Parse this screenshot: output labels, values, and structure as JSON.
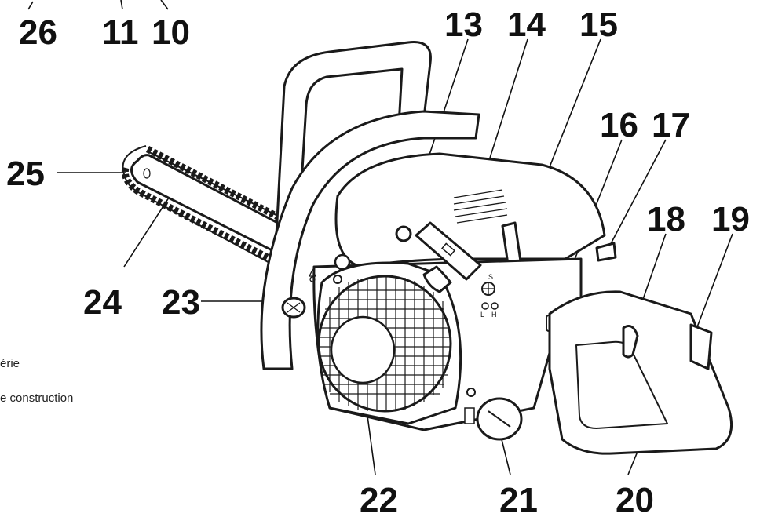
{
  "side_text": {
    "line1": "érie",
    "line2": "e construction"
  },
  "callouts": {
    "c26": "26",
    "c11": "11",
    "c10": "10",
    "c13": "13",
    "c14": "14",
    "c15": "15",
    "c16": "16",
    "c17": "17",
    "c18": "18",
    "c19": "19",
    "c25": "25",
    "c24": "24",
    "c23": "23",
    "c22": "22",
    "c21": "21",
    "c20": "20"
  },
  "markings": {
    "choke_s": "S",
    "carb_l": "L",
    "carb_h": "H"
  }
}
